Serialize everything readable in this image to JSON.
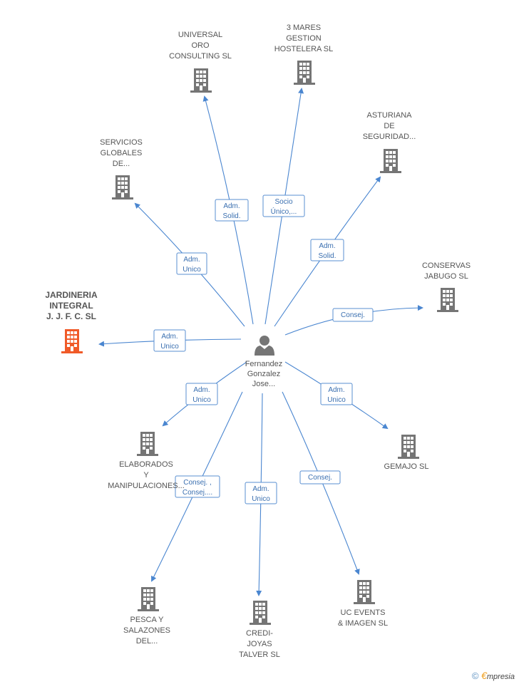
{
  "diagram": {
    "center": {
      "id": "person",
      "label_lines": [
        "Fernandez",
        "Gonzalez",
        "Jose..."
      ],
      "icon": "person-icon"
    },
    "nodes": [
      {
        "id": "universal",
        "label_lines": [
          "UNIVERSAL",
          "ORO",
          "CONSULTING SL"
        ],
        "icon": "building-icon",
        "color": "#757575"
      },
      {
        "id": "mares",
        "label_lines": [
          "3 MARES",
          "GESTION",
          "HOSTELERA SL"
        ],
        "icon": "building-icon",
        "color": "#757575"
      },
      {
        "id": "asturiana",
        "label_lines": [
          "ASTURIANA",
          "DE",
          "SEGURIDAD..."
        ],
        "icon": "building-icon",
        "color": "#757575"
      },
      {
        "id": "servicios",
        "label_lines": [
          "SERVICIOS",
          "GLOBALES",
          "DE..."
        ],
        "icon": "building-icon",
        "color": "#757575"
      },
      {
        "id": "conservas",
        "label_lines": [
          "CONSERVAS",
          "JABUGO  SL"
        ],
        "icon": "building-icon",
        "color": "#757575"
      },
      {
        "id": "jardineria",
        "label_lines": [
          "JARDINERIA",
          "INTEGRAL",
          "J.  J. F. C.  SL"
        ],
        "icon": "building-icon",
        "color": "#f05a28",
        "focus": true
      },
      {
        "id": "elaborados",
        "label_lines": [
          "ELABORADOS",
          "Y",
          "MANIPULACIONES..."
        ],
        "icon": "building-icon",
        "color": "#757575"
      },
      {
        "id": "gemajo",
        "label_lines": [
          "GEMAJO SL"
        ],
        "icon": "building-icon",
        "color": "#757575"
      },
      {
        "id": "pesca",
        "label_lines": [
          "PESCA Y",
          "SALAZONES",
          "DEL..."
        ],
        "icon": "building-icon",
        "color": "#757575"
      },
      {
        "id": "credijoyas",
        "label_lines": [
          "CREDI-",
          "JOYAS",
          "TALVER SL"
        ],
        "icon": "building-icon",
        "color": "#757575"
      },
      {
        "id": "ucevents",
        "label_lines": [
          "UC EVENTS",
          "& IMAGEN SL"
        ],
        "icon": "building-icon",
        "color": "#757575"
      }
    ],
    "edges": [
      {
        "to": "universal",
        "label_lines": [
          "Adm.",
          "Solid."
        ]
      },
      {
        "to": "mares",
        "label_lines": [
          "Socio",
          "Único,..."
        ]
      },
      {
        "to": "asturiana",
        "label_lines": [
          "Adm.",
          "Solid."
        ]
      },
      {
        "to": "servicios",
        "label_lines": [
          "Adm.",
          "Unico"
        ]
      },
      {
        "to": "conservas",
        "label_lines": [
          "Consej."
        ]
      },
      {
        "to": "jardineria",
        "label_lines": [
          "Adm.",
          "Unico"
        ]
      },
      {
        "to": "elaborados",
        "label_lines": [
          "Adm.",
          "Unico"
        ]
      },
      {
        "to": "gemajo",
        "label_lines": [
          "Adm.",
          "Unico"
        ]
      },
      {
        "to": "pesca",
        "label_lines": [
          "Consej. ,",
          "Consej...."
        ]
      },
      {
        "to": "credijoyas",
        "label_lines": [
          "Adm.",
          "Unico"
        ]
      },
      {
        "to": "ucevents",
        "label_lines": [
          "Consej."
        ]
      }
    ],
    "edge_color": "#4a86d0"
  },
  "footer": {
    "copyright_symbol": "©",
    "brand_initial": "€",
    "brand_rest": "mpresia"
  }
}
